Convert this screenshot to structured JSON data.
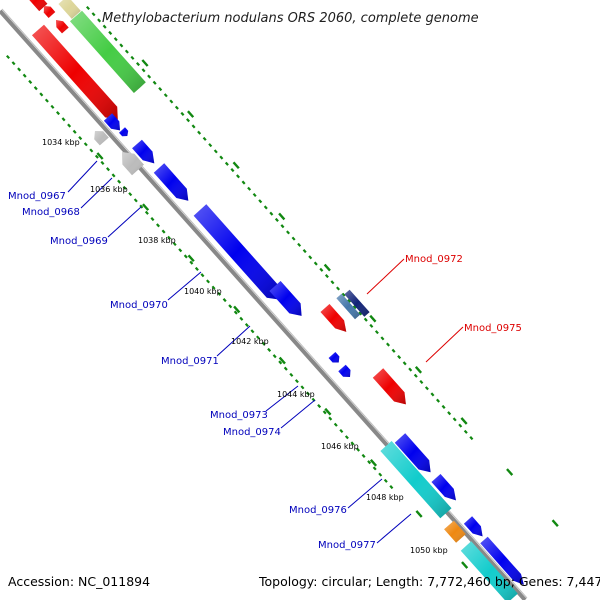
{
  "title": "Methylobacterium nodulans ORS 2060, complete genome",
  "footer": {
    "accession": "Accession: NC_011894",
    "summary": "Topology: circular; Length: 7,772,460 bp; Genes: 7,447"
  },
  "colors": {
    "backbone": "#8c8c8c",
    "tick": "#118811",
    "forward_gene": "#0000ee",
    "reverse_gene": "#ee0000",
    "grey_gene": "#bbbbbb",
    "green_gene": "#44cc44",
    "khaki_gene": "#ddd699",
    "cyan_gene": "#11cccc",
    "orange_gene": "#ee8811",
    "steel_gene": "#4477aa",
    "navy_gene": "#112277",
    "label_blue": "#0000bb",
    "label_red": "#dd0000"
  },
  "kbp_markers": [
    "1034 kbp",
    "1036 kbp",
    "1038 kbp",
    "1040 kbp",
    "1042 kbp",
    "1044 kbp",
    "1046 kbp",
    "1048 kbp",
    "1050 kbp"
  ],
  "gene_labels": [
    {
      "name": "Mnod_0967",
      "color": "blue"
    },
    {
      "name": "Mnod_0968",
      "color": "blue"
    },
    {
      "name": "Mnod_0969",
      "color": "blue"
    },
    {
      "name": "Mnod_0970",
      "color": "blue"
    },
    {
      "name": "Mnod_0971",
      "color": "blue"
    },
    {
      "name": "Mnod_0972",
      "color": "red"
    },
    {
      "name": "Mnod_0973",
      "color": "blue"
    },
    {
      "name": "Mnod_0974",
      "color": "blue"
    },
    {
      "name": "Mnod_0975",
      "color": "red"
    },
    {
      "name": "Mnod_0976",
      "color": "blue"
    },
    {
      "name": "Mnod_0977",
      "color": "blue"
    }
  ]
}
